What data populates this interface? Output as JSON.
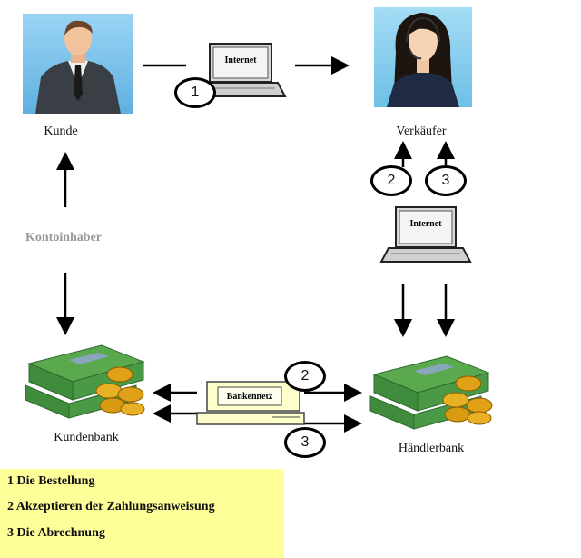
{
  "nodes": {
    "kunde": "Kunde",
    "verkaeufer": "Verkäufer",
    "kontoinhaber": "Kontoinhaber",
    "kundenbank": "Kundenbank",
    "haendlerbank": "Händlerbank"
  },
  "devices": {
    "internet_top": "Internet",
    "internet_right": "Internet",
    "bankennetz": "Bankennetz"
  },
  "steps": {
    "top": "1",
    "right_a": "2",
    "right_b": "3",
    "bottom_a": "2",
    "bottom_b": "3"
  },
  "legend": [
    "1 Die Bestellung",
    "2 Akzeptieren der Zahlungsanweisung",
    "3 Die Abrechnung"
  ],
  "colors": {
    "legend_bg": "#ffff99",
    "money_green": "#3e8c3c",
    "coin_gold": "#e0a018",
    "photo_bg": "#7fc3ea"
  }
}
